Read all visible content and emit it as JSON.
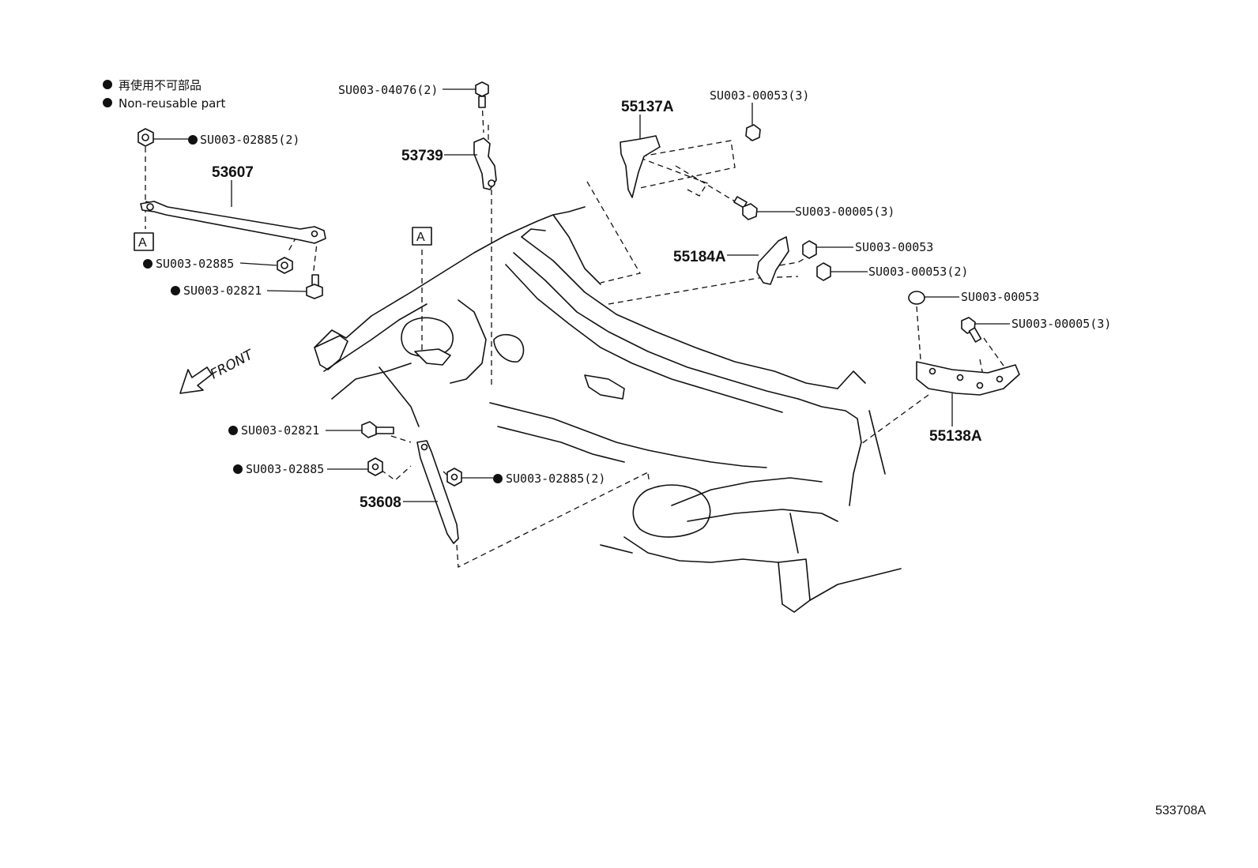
{
  "legend": {
    "line_ja": "再使用不可部品",
    "line_en": "Non-reusable part"
  },
  "reference_box": "A",
  "front_label": "FRONT",
  "diagram_ref": "533708A",
  "parts": {
    "p53607": "53607",
    "p53739": "53739",
    "p53608": "53608",
    "p55137A": "55137A",
    "p55184A": "55184A",
    "p55138A": "55138A"
  },
  "fasteners": {
    "f_04076": "SU003-04076(2)",
    "f_02885_2_top": "SU003-02885(2)",
    "f_02885_left": "SU003-02885",
    "f_02821_left": "SU003-02821",
    "f_02821_lower": "SU003-02821",
    "f_02885_lower": "SU003-02885",
    "f_02885_2_lower": "SU003-02885(2)",
    "f_00053_3": "SU003-00053(3)",
    "f_00005_3_top": "SU003-00005(3)",
    "f_00053_a": "SU003-00053",
    "f_00053_2": "SU003-00053(2)",
    "f_00053_b": "SU003-00053",
    "f_00005_3_right": "SU003-00005(3)"
  }
}
